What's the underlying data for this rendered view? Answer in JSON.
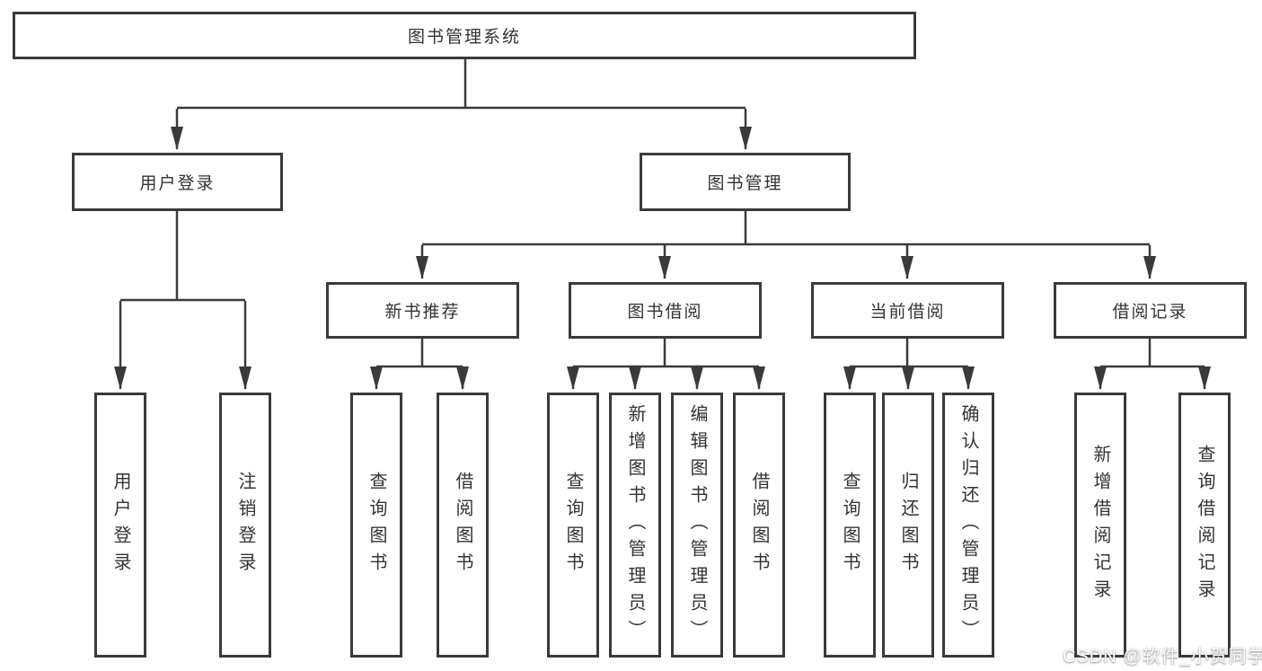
{
  "diagram": {
    "root": {
      "label": "图书管理系统"
    },
    "branches": [
      {
        "label": "用户登录",
        "children": [
          {
            "label": "用户登录"
          },
          {
            "label": "注销登录"
          }
        ]
      },
      {
        "label": "图书管理",
        "children": [
          {
            "label": "新书推荐",
            "children": [
              {
                "label": "查询图书"
              },
              {
                "label": "借阅图书"
              }
            ]
          },
          {
            "label": "图书借阅",
            "children": [
              {
                "label": "查询图书"
              },
              {
                "label": "新增图书（管理员）"
              },
              {
                "label": "编辑图书（管理员）"
              },
              {
                "label": "借阅图书"
              }
            ]
          },
          {
            "label": "当前借阅",
            "children": [
              {
                "label": "查询图书"
              },
              {
                "label": "归还图书"
              },
              {
                "label": "确认归还（管理员）"
              }
            ]
          },
          {
            "label": "借阅记录",
            "children": [
              {
                "label": "新增借阅记录"
              },
              {
                "label": "查询借阅记录"
              }
            ]
          }
        ]
      }
    ]
  },
  "watermark": {
    "text": "CSDN @软件_小贺同学"
  },
  "colors": {
    "line": "#3a3a3a",
    "text": "#333333",
    "background": "#ffffff",
    "watermark": "#fdfdfd"
  }
}
